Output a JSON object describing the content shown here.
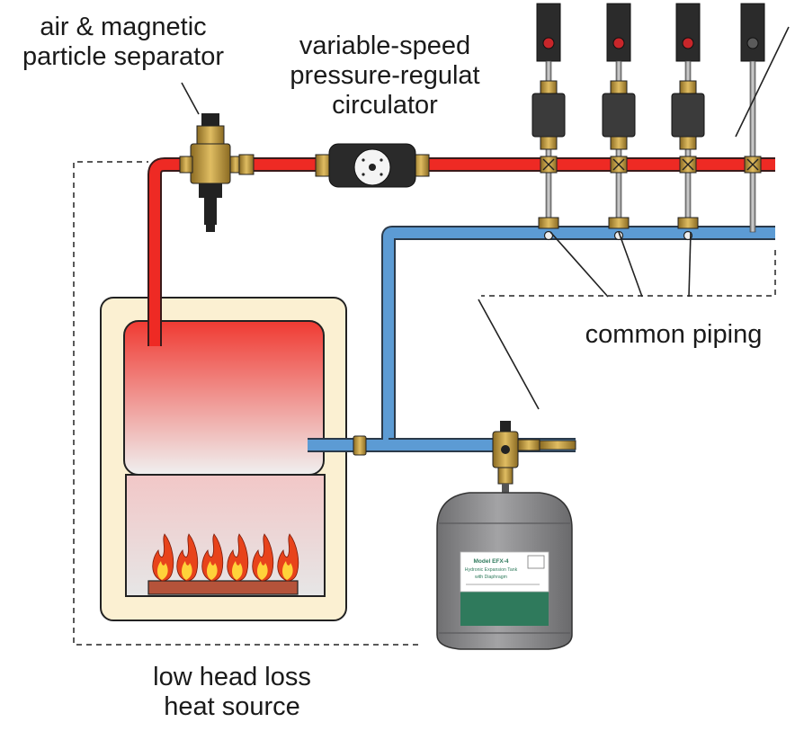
{
  "labels": {
    "air_separator": [
      "air & magnetic",
      "particle separator"
    ],
    "circulator": [
      "variable-speed",
      "pressure-regulat",
      "circulator"
    ],
    "common_piping": "common piping",
    "heat_source": [
      "low head loss",
      "heat source"
    ]
  },
  "tank_label": {
    "line1": "Model EFX-4",
    "line2": "Hydronic Expansion Tank",
    "line3": "with Diaphragm"
  },
  "colors": {
    "supply_pipe": "#ee2a24",
    "return_pipe": "#5c9bd4",
    "boiler_casing": "#fbf0d2",
    "tank": "#8f8f91",
    "brass": "#c9a24a"
  }
}
